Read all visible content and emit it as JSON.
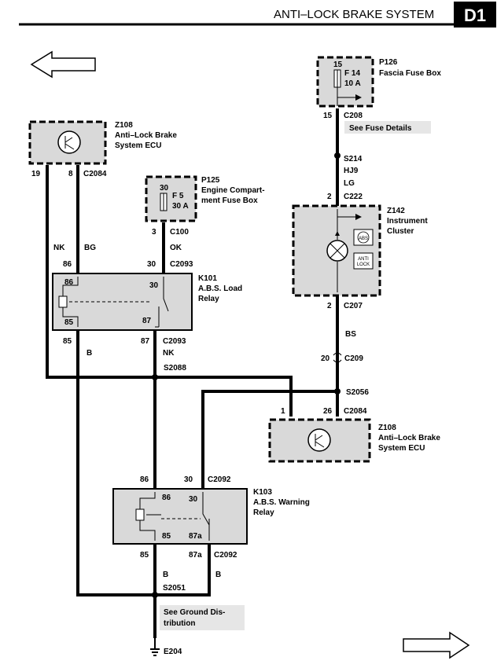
{
  "header": {
    "title": "ANTI–LOCK BRAKE SYSTEM",
    "page_code": "D1"
  },
  "nav": {
    "back_icon": "arrow-left-icon",
    "forward_icon": "arrow-right-icon"
  },
  "components": {
    "z108_top": {
      "id": "Z108",
      "line1": "Anti–Lock Brake",
      "line2": "System ECU"
    },
    "p125": {
      "id": "P125",
      "line1": "Engine Compart-",
      "line2": "ment Fuse Box",
      "fuse_pin": "30",
      "fuse_name": "F 5",
      "fuse_rating": "30 A"
    },
    "p126": {
      "id": "P126",
      "line1": "Fascia Fuse Box",
      "fuse_pin": "15",
      "fuse_name": "F 14",
      "fuse_rating": "10 A"
    },
    "z142": {
      "id": "Z142",
      "line1": "Instrument",
      "line2": "Cluster",
      "abs_label": "ABS",
      "anti_lock_line1": "ANTI",
      "anti_lock_line2": "LOCK"
    },
    "k101": {
      "id": "K101",
      "line1": "A.B.S. Load",
      "line2": "Relay",
      "pin86": "86",
      "pin30": "30",
      "pin85": "85",
      "pin87": "87"
    },
    "z108_bottom": {
      "id": "Z108",
      "line1": "Anti–Lock Brake",
      "line2": "System ECU"
    },
    "k103": {
      "id": "K103",
      "line1": "A.B.S. Warning",
      "line2": "Relay",
      "pin86": "86",
      "pin30": "30",
      "pin85": "85",
      "pin87a": "87a"
    }
  },
  "labels": {
    "pin19": "19",
    "pin8": "8",
    "c2084_top": "C2084",
    "wire_nk": "NK",
    "wire_bg": "BG",
    "pin86_a": "86",
    "pin30_a": "30",
    "c2093_top": "C2093",
    "pin3": "3",
    "c100": "C100",
    "wire_ok": "OK",
    "pin85_b": "85",
    "pin87_b": "87",
    "c2093_bottom": "C2093",
    "wire_b_left": "B",
    "wire_nk_mid": "NK",
    "s2088": "S2088",
    "pin15": "15",
    "c208": "C208",
    "see_fuse": "See Fuse Details",
    "s214": "S214",
    "wire_hj9": "HJ9",
    "wire_lg": "LG",
    "pin2_top": "2",
    "c222": "C222",
    "pin2_bottom": "2",
    "c207": "C207",
    "wire_bs": "BS",
    "pin20": "20",
    "c209": "C209",
    "s2056": "S2056",
    "pin1": "1",
    "pin26": "26",
    "c2084_bottom": "C2084",
    "pin86_k103": "86",
    "pin30_k103": "30",
    "c2092_top": "C2092",
    "pin85_k103": "85",
    "pin87a_k103": "87a",
    "c2092_bottom": "C2092",
    "wire_b_mid": "B",
    "wire_b_right": "B",
    "s2051": "S2051",
    "see_ground_1": "See Ground Dis-",
    "see_ground_2": "tribution",
    "e204": "E204"
  },
  "colors": {
    "wire": "#000000",
    "component_fill": "#d9d9d9",
    "note_fill": "#e6e6e6",
    "page_badge": "#000000"
  }
}
